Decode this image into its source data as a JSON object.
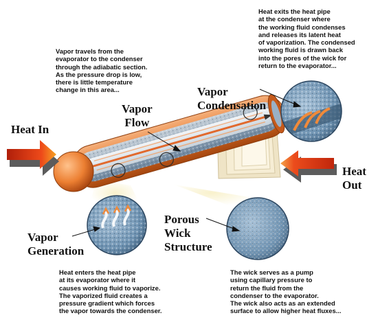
{
  "labels": {
    "heat_in": "Heat In",
    "heat_out": "Heat\nOut",
    "vapor_flow": "Vapor\nFlow",
    "vapor_condensation": "Vapor\nCondensation",
    "vapor_generation": "Vapor\nGeneration",
    "porous_wick": "Porous\nWick\nStructure"
  },
  "notes": {
    "adiabatic": "Vapor travels from the\nevaporator to the condenser\nthrough the adiabatic section.\nAs the pressure drop is low,\nthere is little temperature\nchange in this area...",
    "condenser": "Heat exits the heat pipe\nat the condenser where\nthe working fluid condenses\nand releases its latent heat\nof vaporization. The condensed\nworking fluid is drawn back\ninto the pores of the wick for\nreturn to the evaporator...",
    "evaporator": "Heat enters the heat pipe\nat its evaporator where it\ncauses working fluid to vaporize.\nThe vaporized fluid creates a\npressure gradient which forces\nthe vapor towards the condenser.",
    "wick": "The wick serves as a pump\nusing capillary pressure to\nreturn the fluid from the\ncondenser to the evaporator.\nThe wick also acts as an extended\nsurface to allow higher heat fluxes..."
  },
  "colors": {
    "pipe_orange": "#e8782c",
    "wick_blue": "#7fa6c4",
    "arrow_red": "#d42a10",
    "arrow_gray": "#5c5c5c"
  }
}
